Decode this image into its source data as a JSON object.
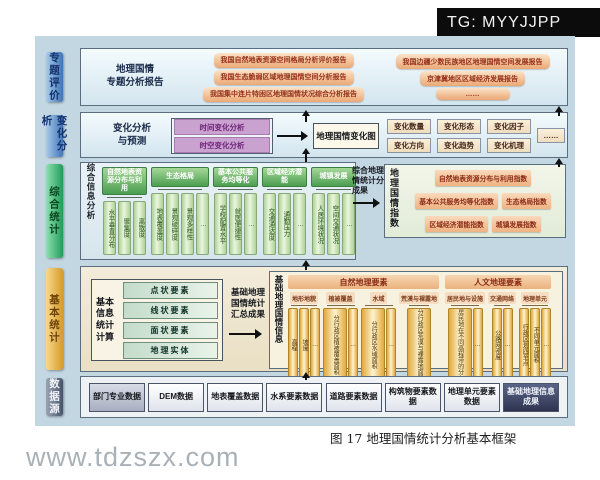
{
  "watermarks": {
    "tg": "TG: MYYJJPP",
    "site": "www.tdzszx.com"
  },
  "caption": "图 17  地理国情统计分析基本框架",
  "colors": {
    "accent_blue": "#3f74b8",
    "accent_green": "#1f9e58",
    "accent_orange": "#d8992f",
    "accent_slate": "#46536a"
  },
  "sections": {
    "thematic": {
      "bar": "专题评价",
      "title_line1": "地理国情",
      "title_line2": "专题分析报告",
      "reports_left": [
        "我国自然地表资源空间格局分析评价报告",
        "我国生态脆弱区域地理国情空间分析报告",
        "我国集中连片特困区地理国情状况综合分析报告"
      ],
      "reports_right": [
        "我国边疆少数民族地区地理国情空间发展报告",
        "京津冀地区区域经济发展报告",
        "……"
      ]
    },
    "change": {
      "bar": "变化分析",
      "title_line1": "变化分析",
      "title_line2": "与预测",
      "methods": [
        "时间变化分析",
        "时空变化分析"
      ],
      "map_box": "地理国情变化图",
      "aspects_row1": [
        "变化数量",
        "变化形态",
        "变化因子"
      ],
      "aspects_row2": [
        "变化方向",
        "变化趋势",
        "变化机理"
      ],
      "more": "……"
    },
    "comprehensive": {
      "bar": "综合统计",
      "side_label": "综合信息分析",
      "groups": [
        {
          "header": "自然地表资源分布与利用",
          "items": [
            "水平垂直分布",
            "聚集度",
            "离散度"
          ]
        },
        {
          "header": "生态格局",
          "items": [
            "地表覆盖度",
            "景观破碎度",
            "景观多样性",
            "…"
          ]
        },
        {
          "header": "基本公共服务均等化",
          "items": [
            "学校配置水平",
            "就医便捷性",
            "…"
          ]
        },
        {
          "header": "区域经济潜能",
          "items": [
            "交通通达度",
            "通勤压力",
            "…"
          ]
        },
        {
          "header": "城镇发展",
          "items": [
            "人居环境状况",
            "空间交通状况",
            "…"
          ]
        }
      ],
      "result_label": "综合地理国情统计分析成果",
      "index_panel": {
        "label": "地理国情指数",
        "row1": [
          "自然地表资源分布与利用指数"
        ],
        "row2": [
          "基本公共服务均等化指数",
          "生态格局指数"
        ],
        "row3": [
          "区域经济潜能指数",
          "城镇发展指数"
        ]
      }
    },
    "basic": {
      "bar": "基本统计",
      "calc_label": "基本信息统计计算",
      "calc_items": [
        "点状要素",
        "线状要素",
        "面状要素",
        "地理实体"
      ],
      "arrow_label": "基础地理国情统计汇总成果",
      "info_label": "基础地理国情信息",
      "natural": {
        "header": "自然地理要素",
        "subs": [
          {
            "name": "地形地貌",
            "items": [
              "高程",
              "坡度",
              "…"
            ]
          },
          {
            "name": "植被覆盖",
            "items": [
              "分行政区植被覆盖面积",
              "…"
            ]
          },
          {
            "name": "水域",
            "items": [
              "分行政区水域面积",
              "…"
            ]
          },
          {
            "name": "荒漠与裸露地",
            "items": [
              "分行政区荒漠与裸露地面积"
            ]
          }
        ]
      },
      "human": {
        "header": "人文地理要素",
        "subs": [
          {
            "name": "居民地与设施",
            "items": [
              "居民地在不同高程带的分布",
              "…"
            ]
          },
          {
            "name": "交通网络",
            "items": [
              "公路网密度",
              "…"
            ]
          },
          {
            "name": "地理单元",
            "items": [
              "行政区划四至点",
              "不同单元面积",
              "…"
            ]
          }
        ]
      }
    },
    "datasource": {
      "bar": "数据源",
      "boxes": [
        "部门专业数据",
        "DEM数据",
        "地表覆盖数据",
        "水系要素数据",
        "道路要素数据",
        "构筑物要素数据",
        "地理单元要素数据",
        "基础地理信息成果"
      ]
    }
  }
}
